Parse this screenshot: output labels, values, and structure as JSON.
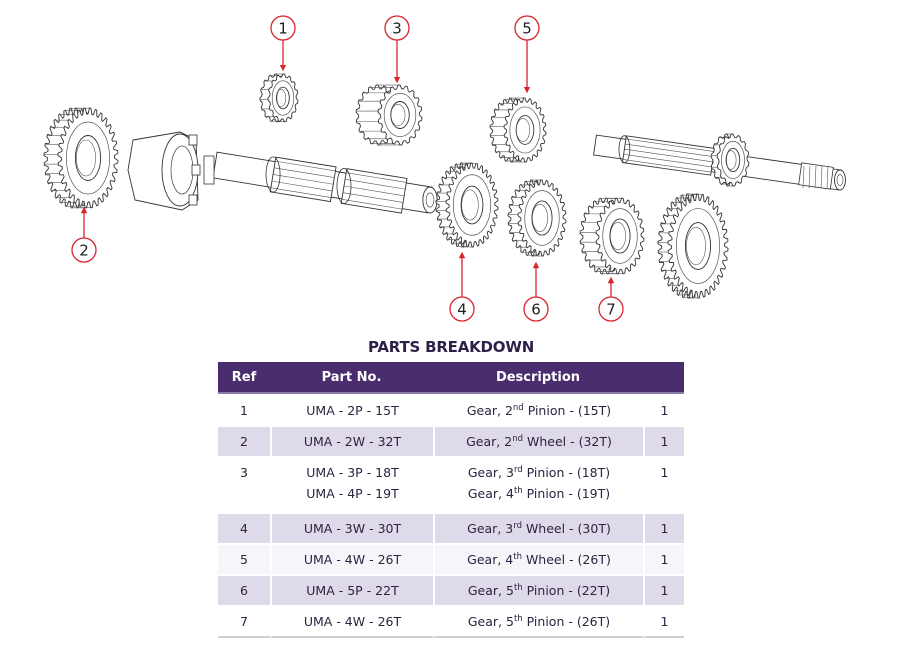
{
  "diagram": {
    "callouts": [
      {
        "ref": "1",
        "label": "1"
      },
      {
        "ref": "2",
        "label": "2"
      },
      {
        "ref": "3",
        "label": "3"
      },
      {
        "ref": "4",
        "label": "4"
      },
      {
        "ref": "5",
        "label": "5"
      },
      {
        "ref": "6",
        "label": "6"
      },
      {
        "ref": "7",
        "label": "7"
      }
    ],
    "colors": {
      "callout": "#d9232d",
      "line_art": "#333333"
    }
  },
  "table": {
    "title": "PARTS BREAKDOWN",
    "colors": {
      "header_bg": "#4a2d6e",
      "shaded_row": "#dedaea",
      "text": "#2e2340"
    },
    "headers": {
      "ref": "Ref",
      "part_no": "Part No.",
      "description": "Description",
      "qty": ""
    },
    "rows": [
      {
        "ref": "1",
        "parts": [
          "UMA - 2P - 15T"
        ],
        "desc": [
          {
            "pre": "Gear, 2",
            "sup": "nd",
            "post": " Pinion - (15T)"
          }
        ],
        "qty": "1"
      },
      {
        "ref": "2",
        "parts": [
          "UMA - 2W - 32T"
        ],
        "desc": [
          {
            "pre": "Gear, 2",
            "sup": "nd",
            "post": " Wheel - (32T)"
          }
        ],
        "qty": "1"
      },
      {
        "ref": "3",
        "parts": [
          "UMA - 3P - 18T",
          "UMA - 4P - 19T"
        ],
        "desc": [
          {
            "pre": "Gear, 3",
            "sup": "rd",
            "post": " Pinion - (18T)"
          },
          {
            "pre": "Gear, 4",
            "sup": "th",
            "post": " Pinion - (19T)"
          }
        ],
        "qty": "1"
      },
      {
        "ref": "4",
        "parts": [
          "UMA - 3W - 30T"
        ],
        "desc": [
          {
            "pre": "Gear, 3",
            "sup": "rd",
            "post": " Wheel - (30T)"
          }
        ],
        "qty": "1"
      },
      {
        "ref": "5",
        "parts": [
          "UMA - 4W - 26T"
        ],
        "desc": [
          {
            "pre": "Gear, 4",
            "sup": "th",
            "post": " Wheel - (26T)"
          }
        ],
        "qty": "1"
      },
      {
        "ref": "6",
        "parts": [
          "UMA - 5P - 22T"
        ],
        "desc": [
          {
            "pre": "Gear, 5",
            "sup": "th",
            "post": " Pinion - (22T)"
          }
        ],
        "qty": "1"
      },
      {
        "ref": "7",
        "parts": [
          "UMA - 4W - 26T"
        ],
        "desc": [
          {
            "pre": "Gear, 5",
            "sup": "th",
            "post": " Pinion - (26T)"
          }
        ],
        "qty": "1"
      }
    ]
  }
}
